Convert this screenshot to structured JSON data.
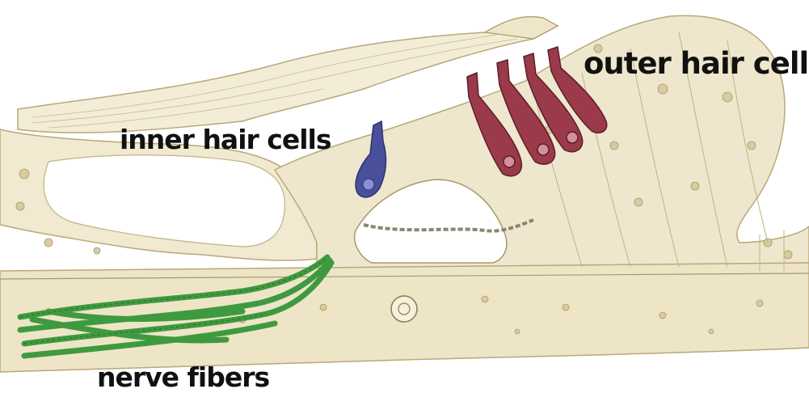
{
  "labels": {
    "outer_hair_cells": "outer hair cells",
    "inner_hair_cells": "inner hair cells",
    "nerve_fibers": "nerve fibers"
  },
  "colors": {
    "background": "#ffffff",
    "tissue_fill": "#efe7cd",
    "tissue_line": "#b8a878",
    "outer_hair_cell": "#9b3a4a",
    "inner_hair_cell": "#4a4f9c",
    "nerve_fiber": "#3f9a3f",
    "label_text": "#111111"
  }
}
